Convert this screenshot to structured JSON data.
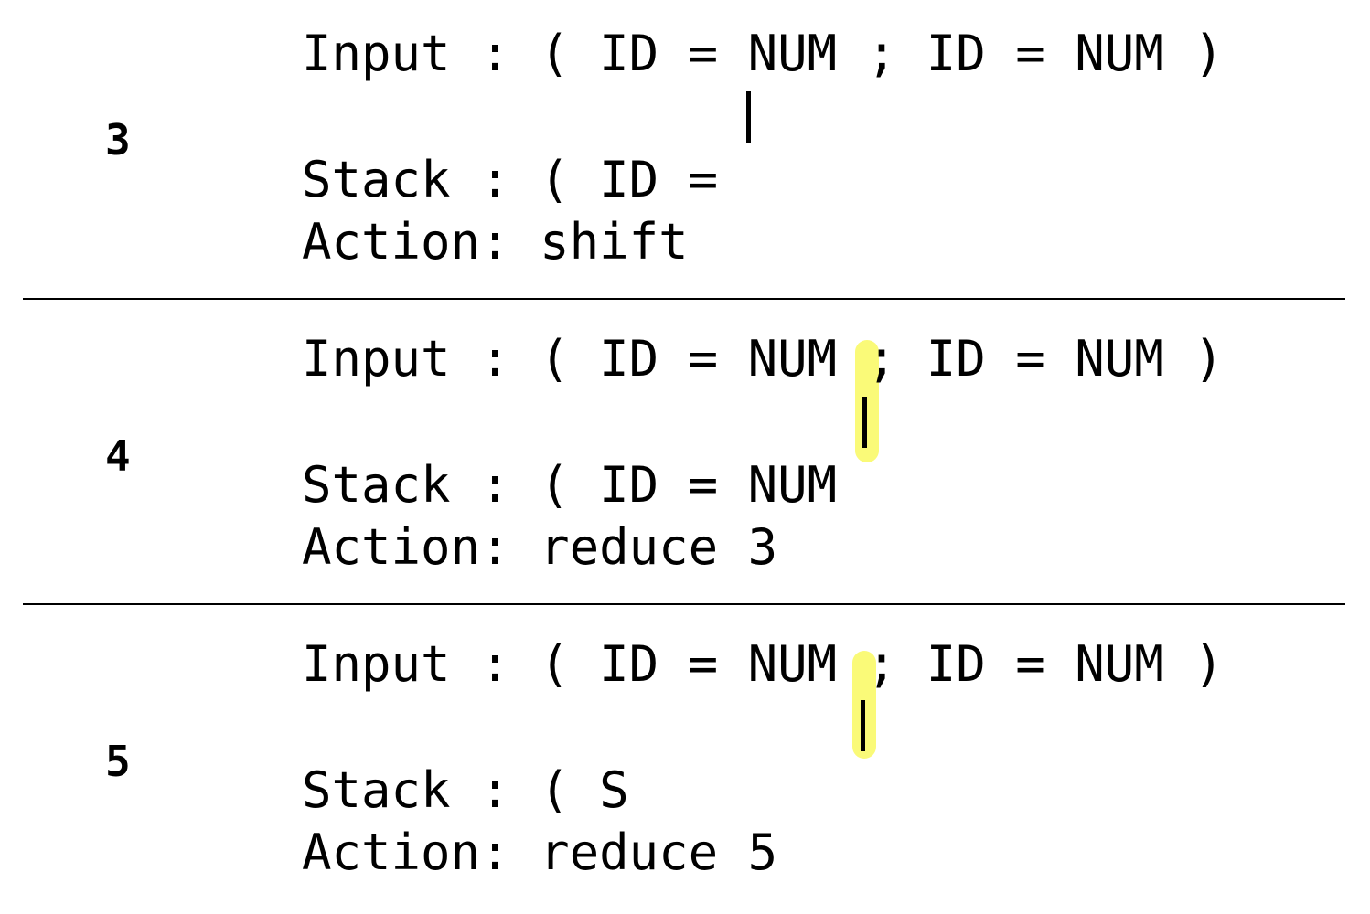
{
  "steps": [
    {
      "number": "3",
      "input": "Input : ( ID = NUM ; ID = NUM )",
      "stack": "Stack : ( ID =",
      "action": "Action: shift",
      "lookahead_highlighted": false
    },
    {
      "number": "4",
      "input": "Input : ( ID = NUM ; ID = NUM )",
      "stack": "Stack : ( ID = NUM",
      "action": "Action: reduce 3",
      "lookahead_highlighted": true
    },
    {
      "number": "5",
      "input": "Input : ( ID = NUM ; ID = NUM )",
      "stack": "Stack : ( S",
      "action": "Action: reduce 5",
      "lookahead_highlighted": true
    }
  ],
  "colors": {
    "highlight": "#fafa78",
    "text": "#000000",
    "divider": "#000000"
  }
}
